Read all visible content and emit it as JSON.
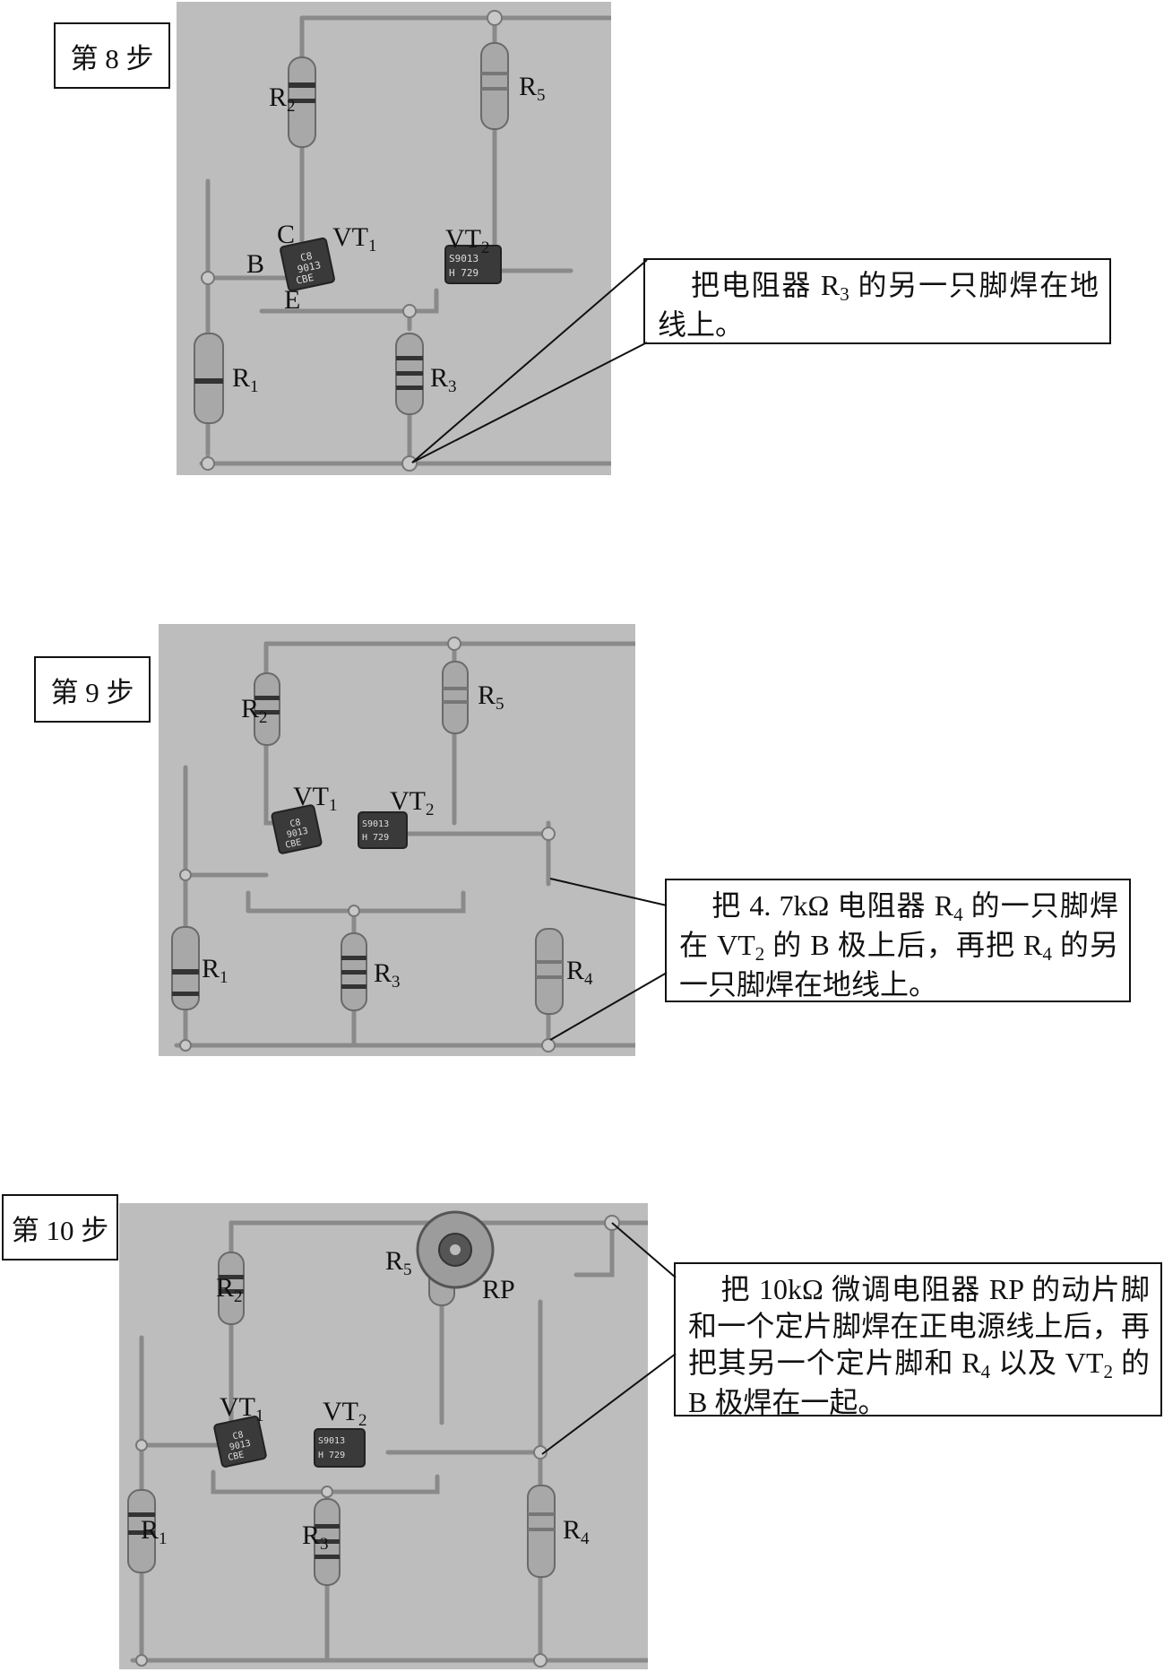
{
  "steps": [
    {
      "box": "第 8 步",
      "labels": {
        "R2": [
          "R",
          "2"
        ],
        "R5": [
          "R",
          "5"
        ],
        "C": "C",
        "VT1": [
          "VT",
          "1"
        ],
        "VT2": [
          "VT",
          "2"
        ],
        "B": "B",
        "E": "E",
        "R1": [
          "R",
          "1"
        ],
        "R3": [
          "R",
          "3"
        ]
      },
      "chips": {
        "vt1": [
          "C8",
          "9013",
          "CBE"
        ],
        "vt2": [
          "S9013",
          "H 729"
        ]
      },
      "note": [
        "把电阻器 R",
        "3",
        " 的另一只脚焊在地线上。"
      ]
    },
    {
      "box": "第 9 步",
      "labels": {
        "R2": [
          "R",
          "2"
        ],
        "R5": [
          "R",
          "5"
        ],
        "VT1": [
          "VT",
          "1"
        ],
        "VT2": [
          "VT",
          "2"
        ],
        "R1": [
          "R",
          "1"
        ],
        "R3": [
          "R",
          "3"
        ],
        "R4": [
          "R",
          "4"
        ]
      },
      "chips": {
        "vt1": [
          "C8",
          "9013",
          "CBE"
        ],
        "vt2": [
          "S9013",
          "H 729"
        ]
      },
      "note": [
        "把 4. 7kΩ 电阻器 R",
        "4",
        " 的一只脚焊在 VT",
        "2",
        " 的 B 极上后，再把 R",
        "4",
        " 的另一只脚焊在地线上。"
      ]
    },
    {
      "box": "第 10 步",
      "labels": {
        "R2": [
          "R",
          "2"
        ],
        "R5": [
          "R",
          "5"
        ],
        "RP": "RP",
        "VT1": [
          "VT",
          "1"
        ],
        "VT2": [
          "VT",
          "2"
        ],
        "R1": [
          "R",
          "1"
        ],
        "R3": [
          "R",
          "3"
        ],
        "R4": [
          "R",
          "4"
        ]
      },
      "chips": {
        "vt1": [
          "C8",
          "9013",
          "CBE"
        ],
        "vt2": [
          "S9013",
          "H 729"
        ]
      },
      "note": [
        "把 10kΩ 微调电阻器 RP 的动片脚和一个定片脚焊在正电源线上后，再把其另一个定片脚和 R",
        "4",
        " 以及 VT",
        "2",
        " 的 B 极焊在一起。"
      ]
    }
  ],
  "colors": {
    "board": "#bdbdbd",
    "wire": "#8a8a8a",
    "resistor": "#9a9a9a",
    "chip": "#3a3a3a"
  }
}
